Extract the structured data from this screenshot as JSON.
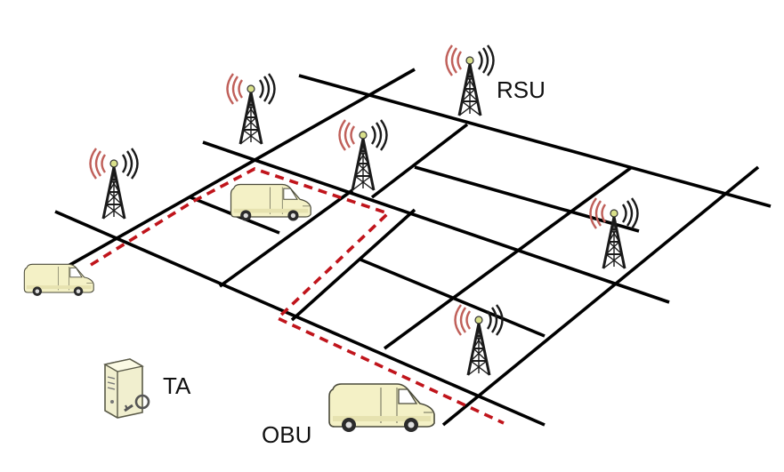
{
  "labels": {
    "rsu": "RSU",
    "ta": "TA",
    "obu": "OBU"
  },
  "icons": {
    "tower": "radio-tower-icon",
    "vehicle": "van-icon",
    "server": "server-key-icon"
  },
  "colors": {
    "road": "#000000",
    "route": "#c0141b",
    "tower_signal_left": "#c0605a",
    "tower_signal_right": "#1a1a1a",
    "van_body": "#f4f1c6",
    "server_body": "#f1efcf"
  }
}
